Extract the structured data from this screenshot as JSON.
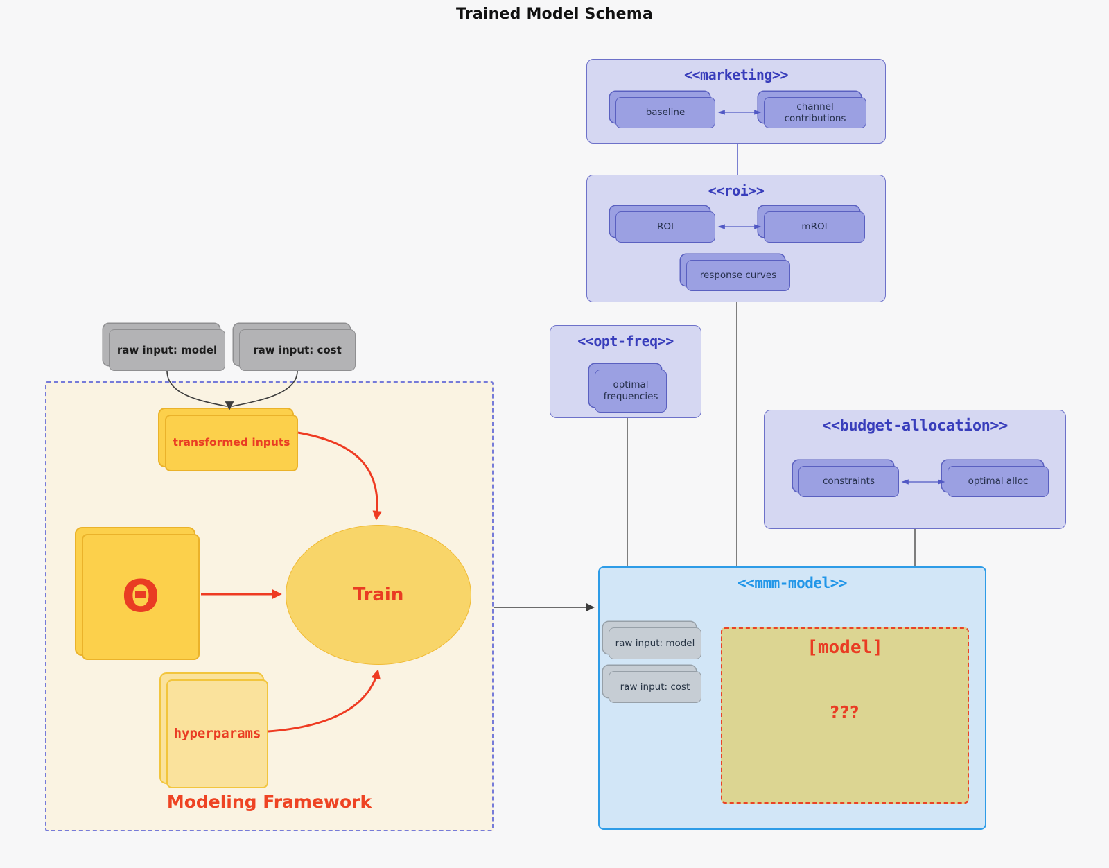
{
  "title": "Trained Model Schema",
  "marketing": {
    "title": "<<marketing>>",
    "baseline": "baseline",
    "channel": "channel contributions"
  },
  "roi": {
    "title": "<<roi>>",
    "roi": "ROI",
    "mroi": "mROI",
    "response": "response curves"
  },
  "opt_freq": {
    "title": "<<opt-freq>>",
    "optimal": "optimal frequencies"
  },
  "budget": {
    "title": "<<budget-allocation>>",
    "constraints": "constraints",
    "optimal_alloc": "optimal alloc"
  },
  "mmm": {
    "title": "<<mmm-model>>",
    "raw_model": "raw input: model",
    "raw_cost": "raw input: cost",
    "model_title": "[model]",
    "model_body": "???"
  },
  "inputs": {
    "raw_model": "raw input: model",
    "raw_cost": "raw input: cost"
  },
  "framework": {
    "label": "Modeling Framework",
    "transformed": "transformed inputs",
    "theta": "Θ",
    "train": "Train",
    "hyperparams": "hyperparams"
  },
  "colors": {
    "background": "#f7f7f8",
    "purple_container_fill": "#d5d7f2",
    "purple_border": "#6d71c9",
    "purple_title": "#383dbb",
    "purple_node_fill": "#9ba0e2",
    "blue_container_fill": "#d2e6f7",
    "blue_border": "#2e9ce7",
    "blue_title": "#2196e8",
    "gray_node_fill": "#b3b3b5",
    "gray_blue_node_fill": "#c6cdd4",
    "cream_fill": "#faf3e2",
    "yellow_fill": "#fcd04b",
    "yellow_light_fill": "#fae29c",
    "olive_fill": "#dcd592",
    "red_accent": "#e93c23",
    "edge_dark": "#404040",
    "edge_purple": "#5158c4"
  }
}
